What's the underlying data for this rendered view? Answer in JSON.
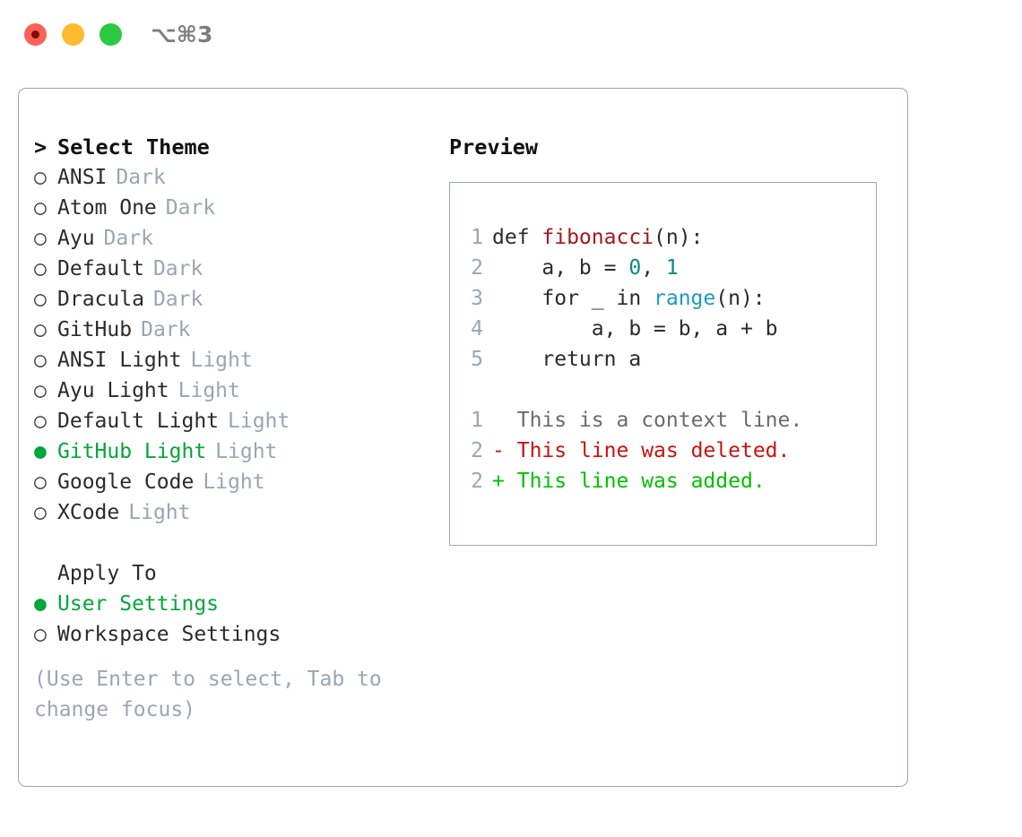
{
  "window": {
    "title": "⌥⌘3",
    "controls": [
      {
        "name": "close",
        "color": "#fc6058"
      },
      {
        "name": "minimize",
        "color": "#fdbc2e"
      },
      {
        "name": "maximize",
        "color": "#2bc940"
      }
    ]
  },
  "theme_list": {
    "header_marker": ">",
    "header": "Select Theme",
    "items": [
      {
        "marker": "○",
        "label": "ANSI",
        "badge": "Dark",
        "selected": false
      },
      {
        "marker": "○",
        "label": "Atom One",
        "badge": "Dark",
        "selected": false
      },
      {
        "marker": "○",
        "label": "Ayu",
        "badge": "Dark",
        "selected": false
      },
      {
        "marker": "○",
        "label": "Default",
        "badge": "Dark",
        "selected": false
      },
      {
        "marker": "○",
        "label": "Dracula",
        "badge": "Dark",
        "selected": false
      },
      {
        "marker": "○",
        "label": "GitHub",
        "badge": "Dark",
        "selected": false
      },
      {
        "marker": "○",
        "label": "ANSI Light",
        "badge": "Light",
        "selected": false
      },
      {
        "marker": "○",
        "label": "Ayu Light",
        "badge": "Light",
        "selected": false
      },
      {
        "marker": "○",
        "label": "Default Light",
        "badge": "Light",
        "selected": false
      },
      {
        "marker": "●",
        "label": "GitHub Light",
        "badge": "Light",
        "selected": true
      },
      {
        "marker": "○",
        "label": "Google Code",
        "badge": "Light",
        "selected": false
      },
      {
        "marker": "○",
        "label": "XCode",
        "badge": "Light",
        "selected": false
      }
    ]
  },
  "apply_to": {
    "header": "Apply To",
    "items": [
      {
        "marker": "●",
        "label": "User Settings",
        "selected": true
      },
      {
        "marker": "○",
        "label": "Workspace Settings",
        "selected": false
      }
    ]
  },
  "hint": "(Use Enter to select, Tab to change focus)",
  "preview": {
    "title": "Preview",
    "code": [
      {
        "ln": "1",
        "tokens": [
          {
            "t": "def ",
            "c": "plain"
          },
          {
            "t": "fibonacci",
            "c": "fn"
          },
          {
            "t": "(n):",
            "c": "plain"
          }
        ]
      },
      {
        "ln": "2",
        "tokens": [
          {
            "t": "    a, b = ",
            "c": "plain"
          },
          {
            "t": "0",
            "c": "num"
          },
          {
            "t": ", ",
            "c": "plain"
          },
          {
            "t": "1",
            "c": "num"
          }
        ]
      },
      {
        "ln": "3",
        "tokens": [
          {
            "t": "    for _ in ",
            "c": "plain"
          },
          {
            "t": "range",
            "c": "call"
          },
          {
            "t": "(n):",
            "c": "plain"
          }
        ]
      },
      {
        "ln": "4",
        "tokens": [
          {
            "t": "        a, b = b, a + b",
            "c": "plain"
          }
        ]
      },
      {
        "ln": "5",
        "tokens": [
          {
            "t": "    return a",
            "c": "plain"
          }
        ]
      }
    ],
    "diff": [
      {
        "ln": "1",
        "sign": " ",
        "text": "This is a context line.",
        "kind": "ctx"
      },
      {
        "ln": "2",
        "sign": "-",
        "text": "This line was deleted.",
        "kind": "del"
      },
      {
        "ln": "2",
        "sign": "+",
        "text": "This line was added.",
        "kind": "add"
      }
    ]
  },
  "colors": {
    "accent_green": "#00a838",
    "muted": "#9aa5b4",
    "diff_delete": "#cc1111",
    "diff_add": "#00c000",
    "code_function": "#a61717",
    "code_number": "#0a8a7d",
    "code_call": "#1a9ac7"
  }
}
